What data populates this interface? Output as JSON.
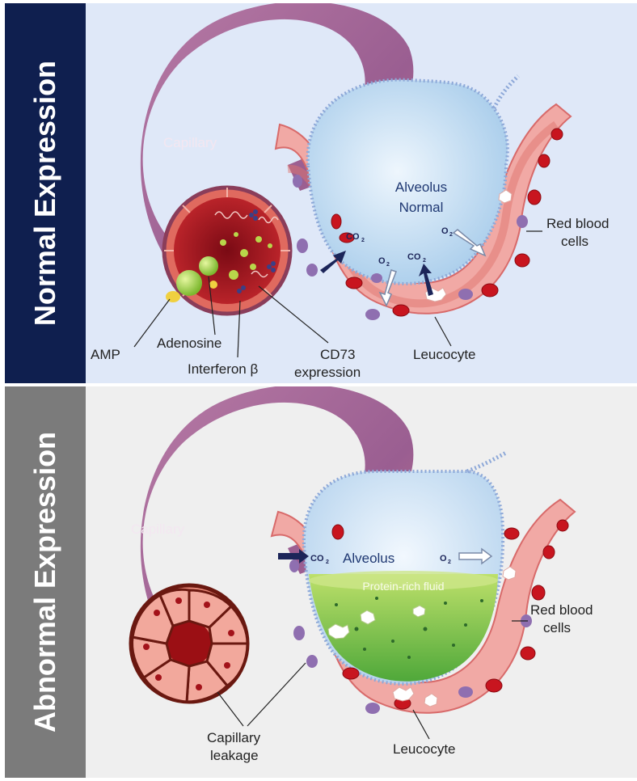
{
  "panels": {
    "normal": {
      "side_label": "Normal Expression",
      "colors": {
        "side_bar": "#0f1f4f",
        "background": "#dfe8f8"
      },
      "labels": {
        "capillary": "Capillary",
        "alveolus_line1": "Alveolus",
        "alveolus_line2": "Normal",
        "co2_left": "CO",
        "co2_right": "CO",
        "o2_left": "O",
        "o2_right": "O",
        "subscript_2": "2",
        "red_blood_line1": "Red blood",
        "red_blood_line2": "cells",
        "amp": "AMP",
        "adenosine": "Adenosine",
        "interferon": "Interferon β",
        "cd73_line1": "CD73",
        "cd73_line2": "expression",
        "leucocyte": "Leucocyte"
      }
    },
    "abnormal": {
      "side_label": "Abnormal Expression",
      "colors": {
        "side_bar": "#7b7b7b",
        "background": "#efefef"
      },
      "labels": {
        "capillary": "Capillary",
        "alveolus": "Alveolus",
        "co2": "CO",
        "o2": "O",
        "subscript_2": "2",
        "protein_fluid": "Protein-rich fluid",
        "red_blood_line1": "Red blood",
        "red_blood_line2": "cells",
        "leakage_line1": "Capillary",
        "leakage_line2": "leakage",
        "leucocyte": "Leucocyte"
      }
    }
  }
}
